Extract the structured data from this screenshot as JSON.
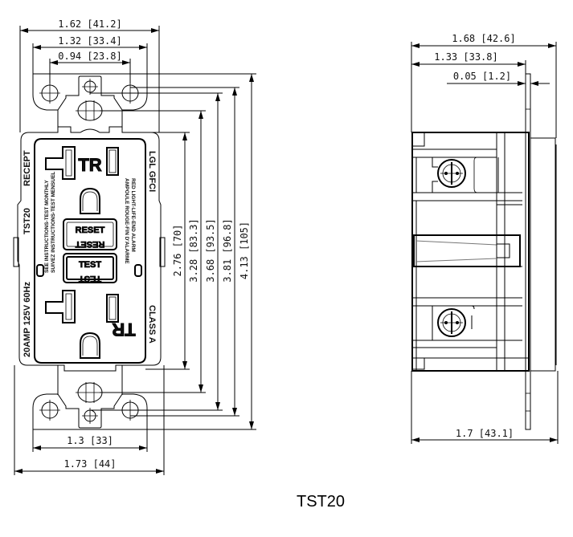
{
  "caption": "TST20",
  "front_view": {
    "dimensions": {
      "overall_width_top": "1.62  [41.2]",
      "mount_hole_spacing_top": "1.32  [33.4]",
      "center_hole_spacing": "0.94  [23.8]",
      "bottom_inner_width": "1.3  [33]",
      "bottom_overall_width": "1.73  [44]",
      "face_height": "2.76  [70]",
      "yoke_height_a": "3.28  [83.3]",
      "yoke_height_b": "3.68  [93.5]",
      "mount_hole_height": "3.81  [96.8]",
      "overall_height": "4.13  [105]"
    },
    "labels": {
      "left_top": "RECEPT",
      "left_model": "TST20",
      "left_rating": "20AMP 125V 60Hz",
      "right_top": "LGL GFCI",
      "right_class": "CLASS A",
      "tr_top": "TR",
      "tr_bottom": "TR",
      "reset_button": "RESET",
      "reset_button_mirror": "RESET",
      "test_button": "TEST",
      "test_button_mirror": "TEST",
      "instructions_line1": "SEE INSTRUCTIONS-TEST MONTHLY",
      "instructions_line2": "SUIVEZ INSTRUCTIONS-TEST MENSUEL",
      "alarm_line1": "RED LIGHT-LIFE-END ALARM",
      "alarm_line2": "AMPOULE ROUGE-FIN D'ALARME"
    }
  },
  "side_view": {
    "dimensions": {
      "overall_depth_top": "1.68  [42.6]",
      "body_depth": "1.33  [33.8]",
      "strap_thickness": "0.05  [1.2]",
      "overall_depth_bottom": "1.7  [43.1]"
    }
  }
}
